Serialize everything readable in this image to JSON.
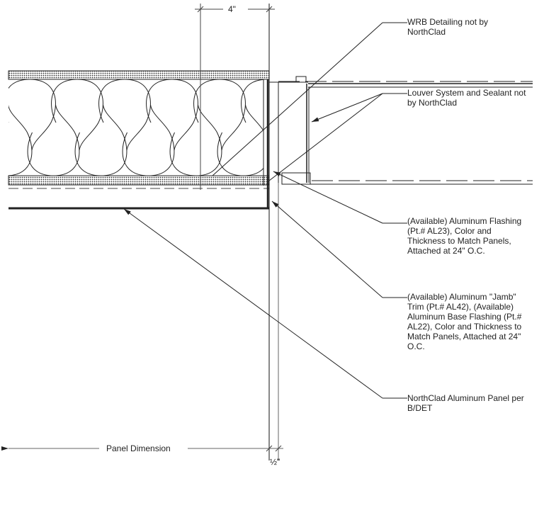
{
  "dimensions": {
    "top": "4\"",
    "bottom": "½\"",
    "panel": "Panel Dimension"
  },
  "callouts": [
    {
      "text": "WRB Detailing not by\nNorthClad"
    },
    {
      "text": "Louver System and Sealant not\nby NorthClad"
    },
    {
      "text": "(Available) Aluminum Flashing\n(Pt.# AL23), Color and\nThickness to Match Panels,\nAttached at 24\" O.C."
    },
    {
      "text": "(Available) Aluminum \"Jamb\"\nTrim (Pt.# AL42), (Available)\nAluminum Base Flashing (Pt.#\nAL22), Color and Thickness to\nMatch Panels, Attached at 24\"\nO.C."
    },
    {
      "text": "NorthClad Aluminum Panel per\nB/DET"
    }
  ],
  "colors": {
    "line": "#222222",
    "dim": "#555555"
  }
}
